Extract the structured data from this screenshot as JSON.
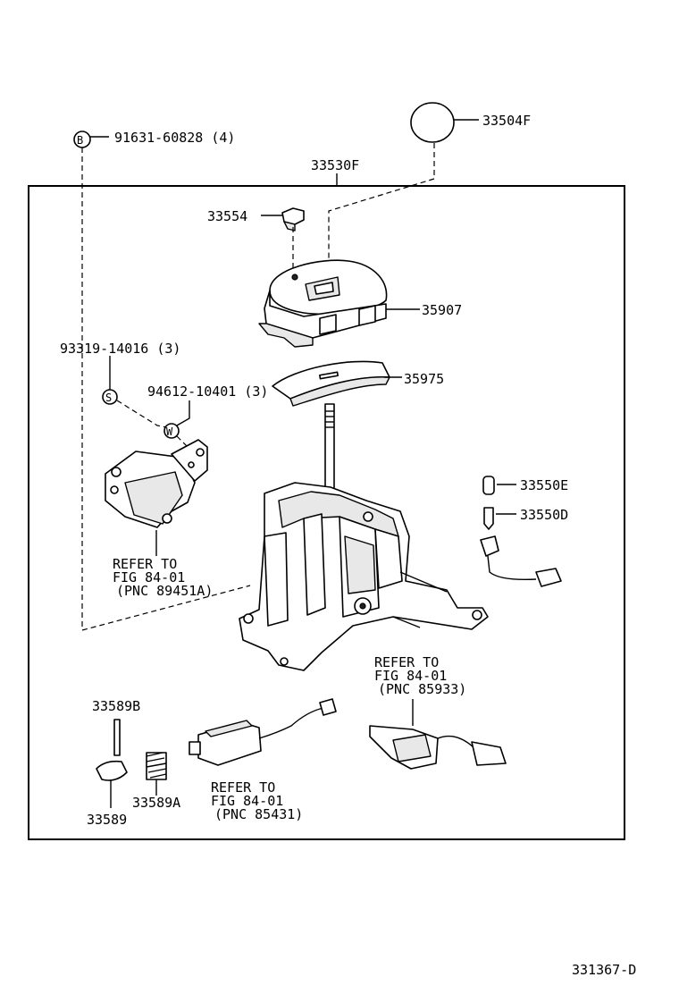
{
  "labels": {
    "bolt": "91631-60828 (4)",
    "bolt_marker": "B",
    "knob": "33504F",
    "assembly": "33530F",
    "button": "33554",
    "housing": "35907",
    "indicator": "35975",
    "screw_s": "93319-14016 (3)",
    "screw_s_marker": "S",
    "screw_w": "94612-10401 (3)",
    "screw_w_marker": "W",
    "bulb_e": "33550E",
    "bulb_d": "33550D",
    "pin": "33589B",
    "lock": "33589",
    "spring": "33589A",
    "ref_switch": [
      "REFER TO",
      "FIG 84-01",
      "(PNC 89451A)"
    ],
    "ref_solenoid": [
      "REFER TO",
      "FIG 84-01",
      "(PNC 85431)"
    ],
    "ref_sensor": [
      "REFER TO",
      "FIG 84-01",
      "(PNC 85933)"
    ],
    "diagram_id": "331367-D"
  }
}
